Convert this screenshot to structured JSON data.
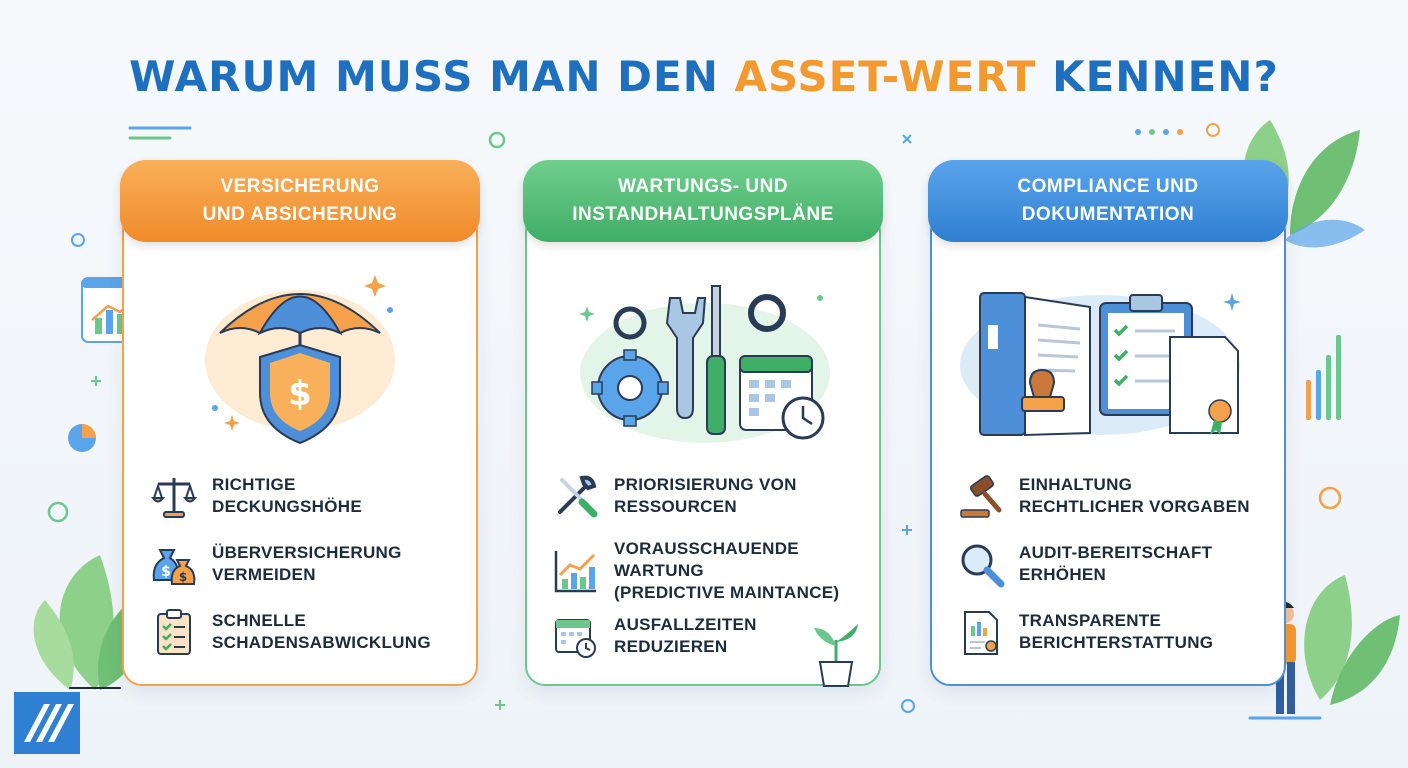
{
  "title": {
    "part1": "WARUM MUSS MAN DEN ",
    "highlight": "ASSET-WERT",
    "part2": " KENNEN?"
  },
  "cards": [
    {
      "header_line1": "VERSICHERUNG",
      "header_line2": "UND ABSICHERUNG",
      "accent": "#f5a04a",
      "items": [
        {
          "icon": "scale-icon",
          "line1": "RICHTIGE",
          "line2": "DECKUNGSHÖHE",
          "line3": ""
        },
        {
          "icon": "money-bags-icon",
          "line1": "ÜBERVERSICHERUNG",
          "line2": "VERMEIDEN",
          "line3": ""
        },
        {
          "icon": "clipboard-checklist-icon",
          "line1": "SCHNELLE",
          "line2": "SCHADENSABWICKLUNG",
          "line3": ""
        }
      ]
    },
    {
      "header_line1": "WARTUNGS- UND",
      "header_line2": "INSTANDHALTUNGSPLÄNE",
      "accent": "#6cc78c",
      "items": [
        {
          "icon": "wrench-screwdriver-icon",
          "line1": "PRIORISIERUNG VON",
          "line2": "RESSOURCEN",
          "line3": ""
        },
        {
          "icon": "growth-chart-icon",
          "line1": "VORAUSSCHAUENDE",
          "line2": "WARTUNG",
          "line3": "(PREDICTIVE MAINTANCE)"
        },
        {
          "icon": "calendar-clock-icon",
          "line1": "AUSFALLZEITEN",
          "line2": "REDUZIEREN",
          "line3": ""
        }
      ]
    },
    {
      "header_line1": "COMPLIANCE UND",
      "header_line2": "DOKUMENTATION",
      "accent": "#4d8fd8",
      "items": [
        {
          "icon": "gavel-icon",
          "line1": "EINHALTUNG",
          "line2": "RECHTLICHER VORGABEN",
          "line3": ""
        },
        {
          "icon": "magnifier-icon",
          "line1": "AUDIT-BEREITSCHAFT",
          "line2": "ERHÖHEN",
          "line3": ""
        },
        {
          "icon": "report-document-icon",
          "line1": "TRANSPARENTE",
          "line2": "BERICHTERSTATTUNG",
          "line3": ""
        }
      ]
    }
  ],
  "colors": {
    "title_blue": "#1f6fbf",
    "title_orange": "#f39a2e",
    "orange": "#f5a04a",
    "green": "#6cc78c",
    "blue": "#4d8fd8"
  }
}
